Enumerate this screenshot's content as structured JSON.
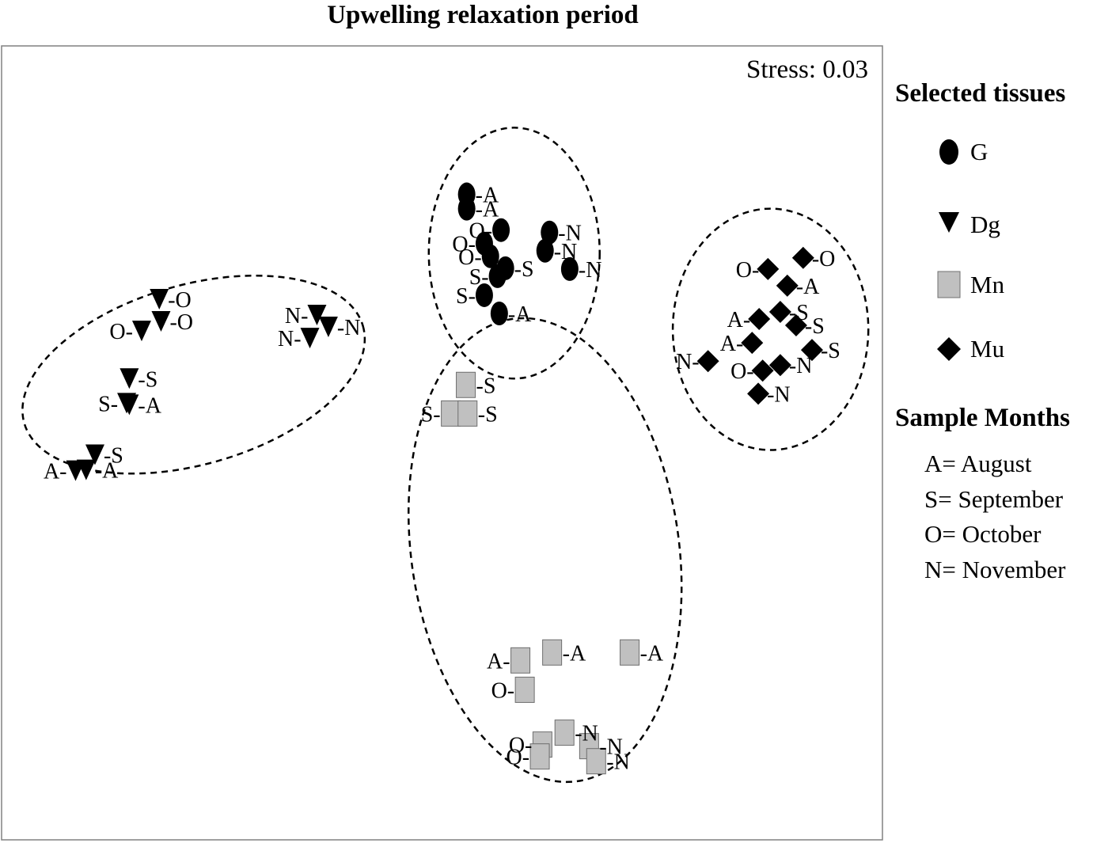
{
  "chart_data": {
    "type": "scatter",
    "title": "Upwelling relaxation period",
    "annotation": "Stress: 0.03",
    "xlabel": "",
    "ylabel": "",
    "xlim": [
      0,
      1
    ],
    "ylim": [
      0,
      1
    ],
    "axes_ticks": false,
    "grid": false,
    "legend_position": "right",
    "colors": {
      "G": "#000000",
      "Dg": "#000000",
      "Mn": "#c0c0c0",
      "Mu": "#000000",
      "ellipse": "#000000"
    },
    "series": [
      {
        "name": "G",
        "marker": "ellipse",
        "points": [
          {
            "x": 0.528,
            "y": 0.813,
            "label": "-A"
          },
          {
            "x": 0.528,
            "y": 0.795,
            "label": "-A"
          },
          {
            "x": 0.567,
            "y": 0.768,
            "label": "O-"
          },
          {
            "x": 0.548,
            "y": 0.751,
            "label": "O-"
          },
          {
            "x": 0.555,
            "y": 0.735,
            "label": "O-"
          },
          {
            "x": 0.572,
            "y": 0.72,
            "label": "-S"
          },
          {
            "x": 0.563,
            "y": 0.71,
            "label": "S-"
          },
          {
            "x": 0.548,
            "y": 0.686,
            "label": "S-"
          },
          {
            "x": 0.565,
            "y": 0.663,
            "label": "-A"
          },
          {
            "x": 0.622,
            "y": 0.765,
            "label": "-N"
          },
          {
            "x": 0.617,
            "y": 0.742,
            "label": "-N"
          },
          {
            "x": 0.645,
            "y": 0.719,
            "label": "-N"
          }
        ]
      },
      {
        "name": "Dg",
        "marker": "triangle-down",
        "points": [
          {
            "x": 0.179,
            "y": 0.681,
            "label": "-O"
          },
          {
            "x": 0.159,
            "y": 0.641,
            "label": "O-"
          },
          {
            "x": 0.181,
            "y": 0.653,
            "label": "-O"
          },
          {
            "x": 0.145,
            "y": 0.581,
            "label": "-S"
          },
          {
            "x": 0.142,
            "y": 0.55,
            "label": "S-"
          },
          {
            "x": 0.145,
            "y": 0.548,
            "label": "-A"
          },
          {
            "x": 0.106,
            "y": 0.485,
            "label": "-S"
          },
          {
            "x": 0.096,
            "y": 0.466,
            "label": "-A"
          },
          {
            "x": 0.084,
            "y": 0.465,
            "label": "A-"
          },
          {
            "x": 0.358,
            "y": 0.661,
            "label": "N-"
          },
          {
            "x": 0.371,
            "y": 0.646,
            "label": "-N"
          },
          {
            "x": 0.35,
            "y": 0.632,
            "label": "N-"
          }
        ]
      },
      {
        "name": "Mn",
        "marker": "square",
        "points": [
          {
            "x": 0.527,
            "y": 0.573,
            "label": "-S"
          },
          {
            "x": 0.51,
            "y": 0.537,
            "label": "S-"
          },
          {
            "x": 0.529,
            "y": 0.537,
            "label": "-S"
          },
          {
            "x": 0.589,
            "y": 0.226,
            "label": "A-"
          },
          {
            "x": 0.625,
            "y": 0.236,
            "label": "-A"
          },
          {
            "x": 0.713,
            "y": 0.236,
            "label": "-A"
          },
          {
            "x": 0.594,
            "y": 0.189,
            "label": "O-"
          },
          {
            "x": 0.639,
            "y": 0.135,
            "label": "-N"
          },
          {
            "x": 0.667,
            "y": 0.118,
            "label": "-N"
          },
          {
            "x": 0.614,
            "y": 0.12,
            "label": "O-"
          },
          {
            "x": 0.611,
            "y": 0.105,
            "label": "O-"
          },
          {
            "x": 0.675,
            "y": 0.099,
            "label": "-N"
          }
        ]
      },
      {
        "name": "Mu",
        "marker": "diamond",
        "points": [
          {
            "x": 0.91,
            "y": 0.733,
            "label": "-O"
          },
          {
            "x": 0.87,
            "y": 0.719,
            "label": "O-"
          },
          {
            "x": 0.892,
            "y": 0.698,
            "label": "-A"
          },
          {
            "x": 0.884,
            "y": 0.665,
            "label": "-S"
          },
          {
            "x": 0.86,
            "y": 0.656,
            "label": "A-"
          },
          {
            "x": 0.902,
            "y": 0.648,
            "label": "-S"
          },
          {
            "x": 0.852,
            "y": 0.626,
            "label": "A-"
          },
          {
            "x": 0.92,
            "y": 0.617,
            "label": "-S"
          },
          {
            "x": 0.802,
            "y": 0.603,
            "label": "N-"
          },
          {
            "x": 0.884,
            "y": 0.598,
            "label": "-N"
          },
          {
            "x": 0.864,
            "y": 0.591,
            "label": "O-"
          },
          {
            "x": 0.859,
            "y": 0.562,
            "label": "-N"
          }
        ]
      }
    ],
    "groups": [
      {
        "name": "Dg",
        "cx": 0.218,
        "cy": 0.586,
        "rx": 0.2,
        "ry": 0.113,
        "angle": -16
      },
      {
        "name": "G",
        "cx": 0.582,
        "cy": 0.739,
        "rx": 0.097,
        "ry": 0.158,
        "angle": 0
      },
      {
        "name": "Mu",
        "cx": 0.873,
        "cy": 0.643,
        "rx": 0.111,
        "ry": 0.152,
        "angle": 0
      },
      {
        "name": "Mn",
        "cx": 0.617,
        "cy": 0.365,
        "rx": 0.152,
        "ry": 0.294,
        "angle": -8
      }
    ]
  },
  "legend": {
    "tissues_title": "Selected tissues",
    "tissues": [
      {
        "label": "G",
        "marker": "ellipse"
      },
      {
        "label": "Dg",
        "marker": "triangle-down"
      },
      {
        "label": "Mn",
        "marker": "square"
      },
      {
        "label": "Mu",
        "marker": "diamond"
      }
    ],
    "months_title": "Sample Months",
    "months": [
      "A= August",
      "S= September",
      "O= October",
      "N= November"
    ]
  }
}
